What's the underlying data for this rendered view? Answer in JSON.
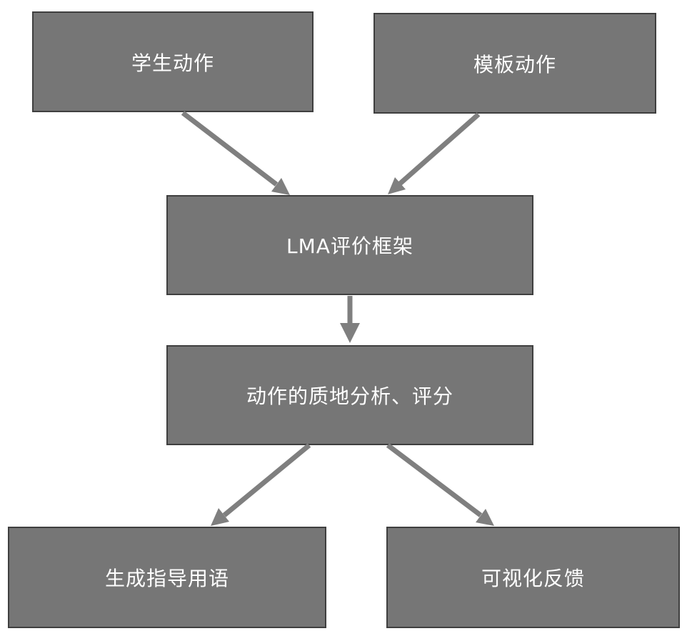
{
  "nodes": {
    "student_action": "学生动作",
    "template_action": "模板动作",
    "lma_framework": "LMA评价框架",
    "quality_analysis": "动作的质地分析、评分",
    "guidance_language": "生成指导用语",
    "visual_feedback": "可视化反馈"
  },
  "colors": {
    "box_fill": "#767676",
    "box_border": "#3f3f3f",
    "arrow": "#7f7f7f",
    "text": "#ffffff"
  }
}
